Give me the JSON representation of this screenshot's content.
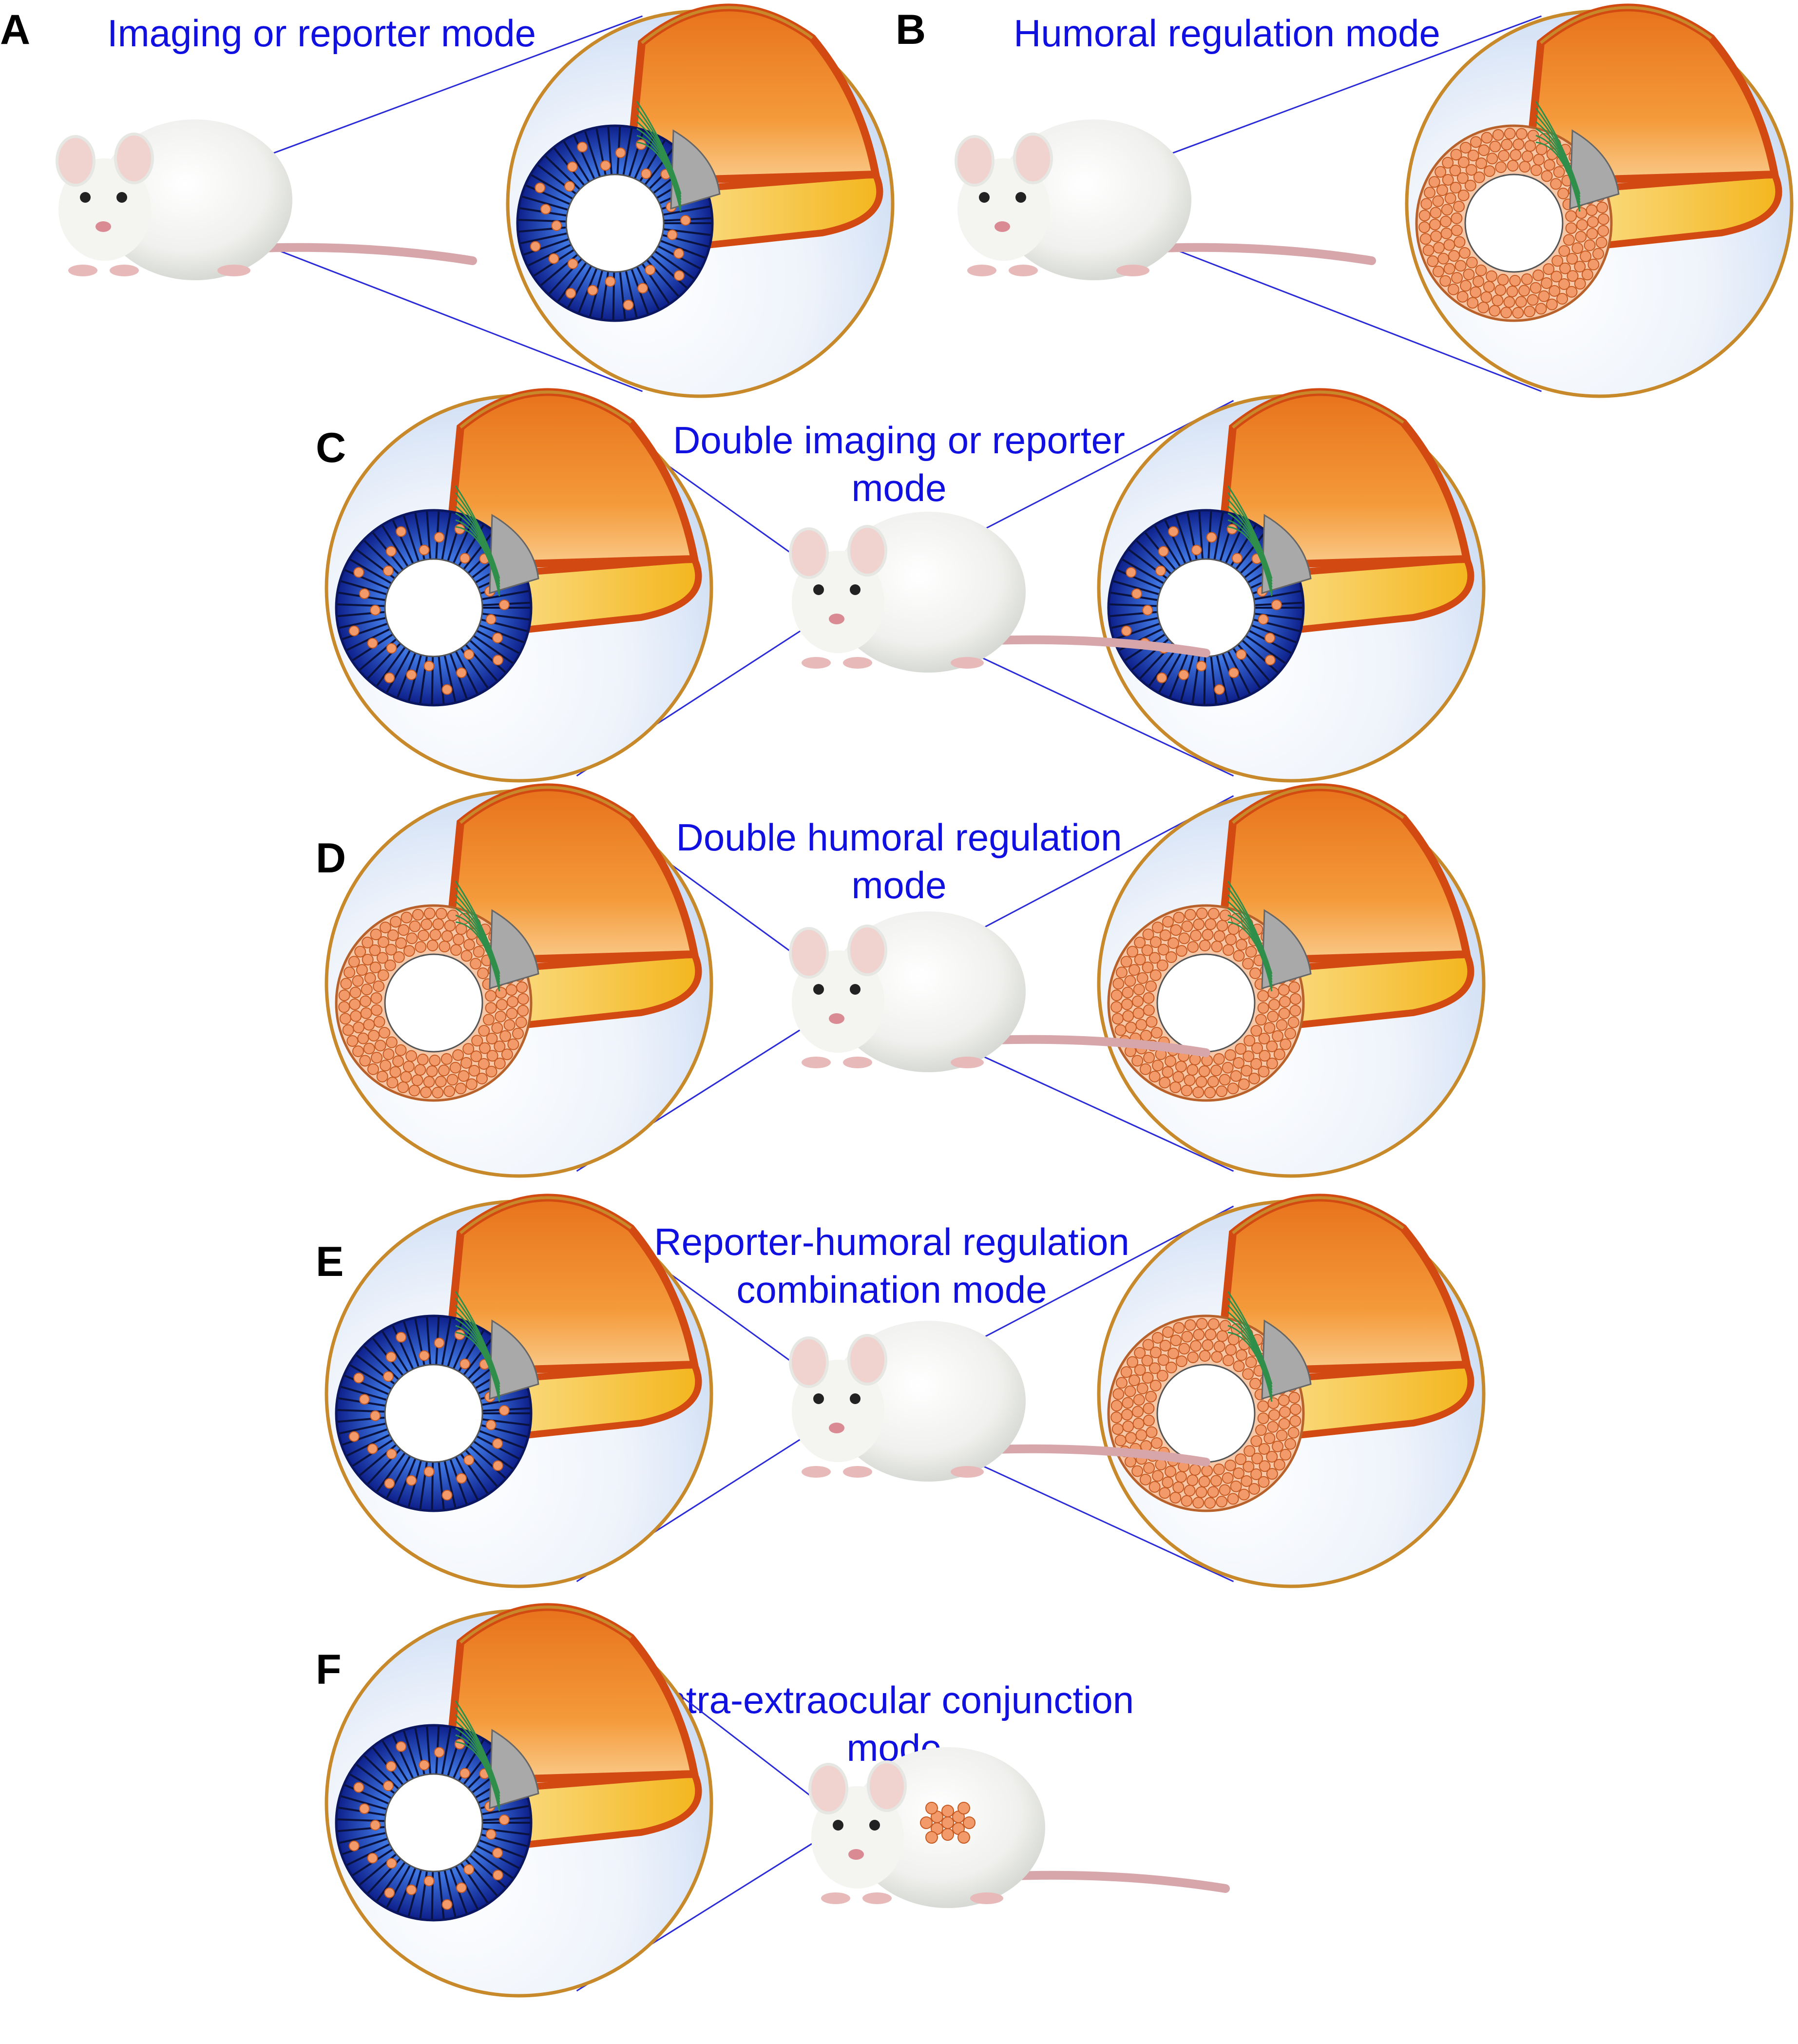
{
  "figure": {
    "panels": [
      {
        "letter": "A",
        "caption_lines": [
          "Imaging or reporter mode"
        ],
        "eyes": [
          "reporter"
        ]
      },
      {
        "letter": "B",
        "caption_lines": [
          "Humoral regulation mode"
        ],
        "eyes": [
          "humoral"
        ]
      },
      {
        "letter": "C",
        "caption_lines": [
          "Double imaging or reporter",
          "mode"
        ],
        "eyes": [
          "reporter",
          "reporter"
        ]
      },
      {
        "letter": "D",
        "caption_lines": [
          "Double humoral regulation",
          "mode"
        ],
        "eyes": [
          "humoral",
          "humoral"
        ]
      },
      {
        "letter": "E",
        "caption_lines": [
          "Reporter-humoral regulation",
          "combination mode"
        ],
        "eyes": [
          "reporter",
          "humoral"
        ]
      },
      {
        "letter": "F",
        "caption_lines": [
          "Intra-extraocular conjunction",
          "mode"
        ],
        "eyes": [
          "reporter"
        ],
        "extraocular_cluster": true
      }
    ],
    "colors": {
      "caption": "#1010e0",
      "callout_line": "#2a2ad8",
      "globe_outline": "#c8892a",
      "globe_fill": "#dbe7f8",
      "sclera_inner": "#d24a12",
      "retina_reporter": "#1f3db0",
      "cells": "#f39a6b",
      "lens_grey": "#a9a9a9",
      "lower_yellow": "#f6c43a"
    }
  }
}
